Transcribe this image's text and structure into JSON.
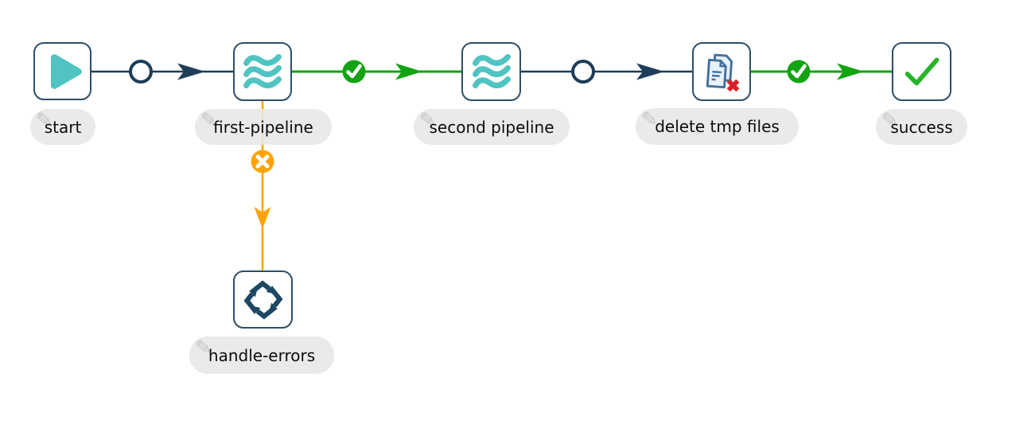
{
  "workflow": {
    "nodes": [
      {
        "id": "start",
        "label": "start",
        "icon": "play-icon",
        "type": "start"
      },
      {
        "id": "first-pipeline",
        "label": "first-pipeline",
        "icon": "pipeline-waves-icon",
        "type": "pipeline"
      },
      {
        "id": "second-pipeline",
        "label": "second pipeline",
        "icon": "pipeline-waves-icon",
        "type": "pipeline"
      },
      {
        "id": "delete-tmp-files",
        "label": "delete tmp files",
        "icon": "delete-files-icon",
        "type": "delete-files"
      },
      {
        "id": "success",
        "label": "success",
        "icon": "success-check-icon",
        "type": "success"
      },
      {
        "id": "handle-errors",
        "label": "handle-errors",
        "icon": "repeat-arrows-icon",
        "type": "repeat"
      }
    ],
    "hops": [
      {
        "from": "start",
        "to": "first-pipeline",
        "condition": "unconditional",
        "marker": "circle"
      },
      {
        "from": "first-pipeline",
        "to": "second pipeline",
        "condition": "on-success",
        "marker": "green-check"
      },
      {
        "from": "second pipeline",
        "to": "delete tmp files",
        "condition": "unconditional",
        "marker": "circle"
      },
      {
        "from": "delete tmp files",
        "to": "success",
        "condition": "on-success",
        "marker": "green-check"
      },
      {
        "from": "first-pipeline",
        "to": "handle-errors",
        "condition": "on-failure",
        "marker": "orange-x"
      }
    ],
    "colors": {
      "hop_unconditional": "#1d3d58",
      "hop_success": "#12a412",
      "hop_failure": "#ffa407",
      "node_border": "#2e4e68",
      "pipeline_teal": "#50c4c2",
      "doc_blue": "#44719c",
      "doc_fill": "#e9f1fb",
      "delete_red": "#dc2027",
      "check_green": "#28b428",
      "label_pill": "#e6e6e6"
    }
  },
  "icons": {
    "pencil_glyph": "✎"
  }
}
